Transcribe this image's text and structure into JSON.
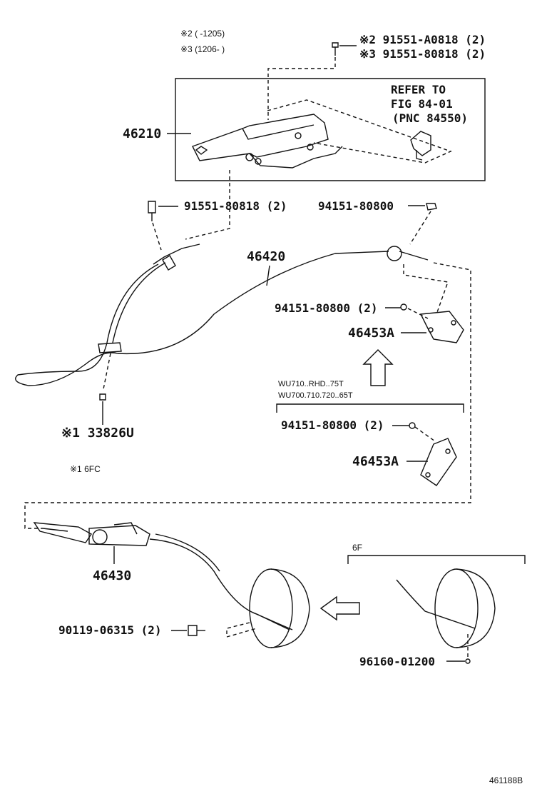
{
  "notes": {
    "n2": "※2 (    -1205)",
    "n3": "※3 (1206-    )",
    "n1": "※1 6FC"
  },
  "refer": {
    "line1": "REFER TO",
    "line2": "FIG 84-01",
    "line3": "(PNC 84550)"
  },
  "parts": {
    "bolt_a": "※2 91551-A0818 (2)",
    "bolt_b": "※3 91551-80818 (2)",
    "lever": "46210",
    "bolt_left": "91551-80818 (2)",
    "nut_top": "94151-80800",
    "cable_front": "46420",
    "nut_bracket": "94151-80800 (2)",
    "bracket_a": "46453A",
    "grommet": "※1 33826U",
    "nut_bracket2": "94151-80800 (2)",
    "bracket_a2": "46453A",
    "cable_rear": "46430",
    "bolt_rear": "90119-06315 (2)",
    "clip": "96160-01200"
  },
  "variant": {
    "line1": "WU710..RHD..75T",
    "line2": "WU700.710.720..65T",
    "group_6f": "6F"
  },
  "figure_id": "461188B"
}
